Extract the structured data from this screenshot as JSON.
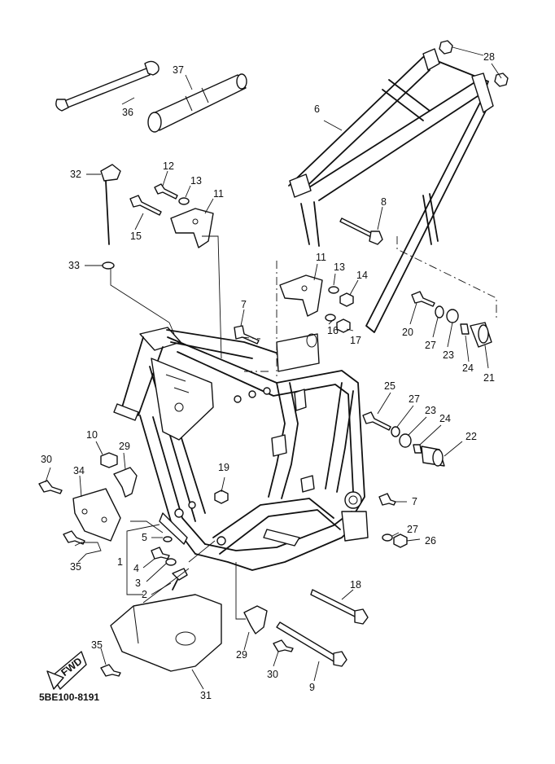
{
  "diagram_code": "5BE100-8191",
  "fwd_label": "FWD",
  "callouts": [
    {
      "id": "c36",
      "label": "36"
    },
    {
      "id": "c37",
      "label": "37"
    },
    {
      "id": "c28",
      "label": "28"
    },
    {
      "id": "c6",
      "label": "6"
    },
    {
      "id": "c32",
      "label": "32"
    },
    {
      "id": "c12",
      "label": "12"
    },
    {
      "id": "c13a",
      "label": "13"
    },
    {
      "id": "c11a",
      "label": "11"
    },
    {
      "id": "c15",
      "label": "15"
    },
    {
      "id": "c8",
      "label": "8"
    },
    {
      "id": "c33",
      "label": "33"
    },
    {
      "id": "c11b",
      "label": "11"
    },
    {
      "id": "c13b",
      "label": "13"
    },
    {
      "id": "c14",
      "label": "14"
    },
    {
      "id": "c7a",
      "label": "7"
    },
    {
      "id": "c20",
      "label": "20"
    },
    {
      "id": "c27a",
      "label": "27"
    },
    {
      "id": "c23a",
      "label": "23"
    },
    {
      "id": "c24a",
      "label": "24"
    },
    {
      "id": "c21",
      "label": "21"
    },
    {
      "id": "c16",
      "label": "16"
    },
    {
      "id": "c17",
      "label": "17"
    },
    {
      "id": "c25",
      "label": "25"
    },
    {
      "id": "c27b",
      "label": "27"
    },
    {
      "id": "c23b",
      "label": "23"
    },
    {
      "id": "c24b",
      "label": "24"
    },
    {
      "id": "c22",
      "label": "22"
    },
    {
      "id": "c10",
      "label": "10"
    },
    {
      "id": "c29a",
      "label": "29"
    },
    {
      "id": "c30a",
      "label": "30"
    },
    {
      "id": "c34",
      "label": "34"
    },
    {
      "id": "c19",
      "label": "19"
    },
    {
      "id": "c7b",
      "label": "7"
    },
    {
      "id": "c5",
      "label": "5"
    },
    {
      "id": "c35a",
      "label": "35"
    },
    {
      "id": "c1",
      "label": "1"
    },
    {
      "id": "c4",
      "label": "4"
    },
    {
      "id": "c3",
      "label": "3"
    },
    {
      "id": "c27c",
      "label": "27"
    },
    {
      "id": "c26",
      "label": "26"
    },
    {
      "id": "c2",
      "label": "2"
    },
    {
      "id": "c18",
      "label": "18"
    },
    {
      "id": "c35b",
      "label": "35"
    },
    {
      "id": "c29b",
      "label": "29"
    },
    {
      "id": "c30b",
      "label": "30"
    },
    {
      "id": "c9",
      "label": "9"
    },
    {
      "id": "c31",
      "label": "31"
    }
  ]
}
